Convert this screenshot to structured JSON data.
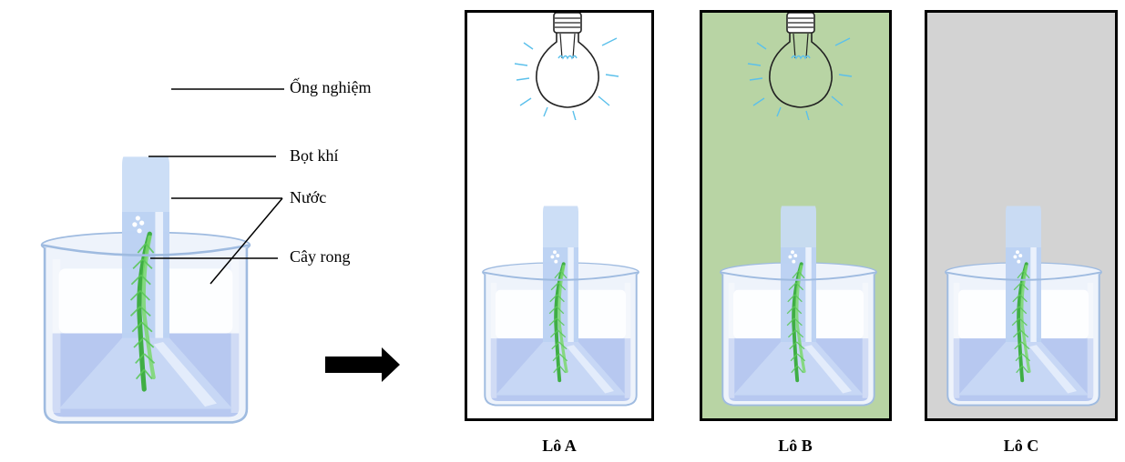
{
  "setup": {
    "labels": {
      "test_tube": "Ống nghiệm",
      "bubbles": "Bọt khí",
      "water": "Nước",
      "waterweed": "Cây rong"
    }
  },
  "arrow": {
    "direction": "right"
  },
  "lots": [
    {
      "caption": "Lô A",
      "light": "bulb-on",
      "background": "#ffffff"
    },
    {
      "caption": "Lô B",
      "light": "bulb-on",
      "background": "#b8d4a4"
    },
    {
      "caption": "Lô C",
      "light": "none",
      "background": "#d3d3d3"
    }
  ],
  "colors": {
    "water": "#b7c8f0",
    "glass": "#dfe9f7",
    "plant": "#5cc85a",
    "light_rays": "#5bc0eb"
  }
}
